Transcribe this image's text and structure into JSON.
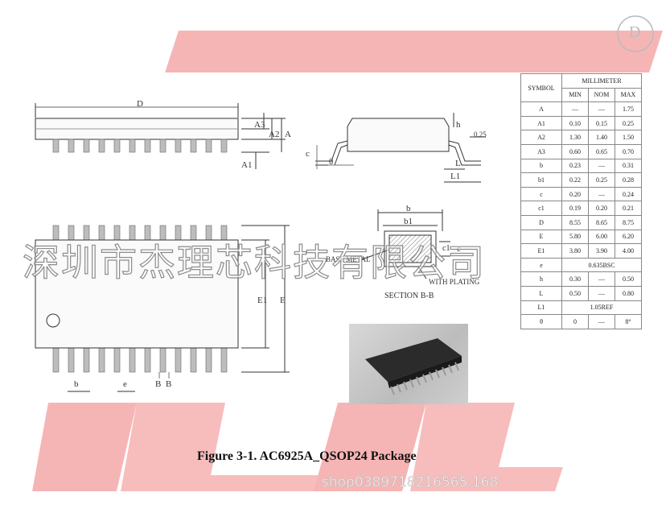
{
  "figure": {
    "caption": "Figure 3-1. AC6925A_QSOP24 Package"
  },
  "watermarks": {
    "company": "深圳市杰理芯科技有限公司",
    "shop": "shop0389718216565.168",
    "corner_mark": "D"
  },
  "drawing": {
    "top_view": {
      "dim_D": "D",
      "dim_A3": "A3",
      "dim_A2": "A2",
      "dim_A": "A",
      "dim_A1": "A1"
    },
    "side_view": {
      "dim_h": "h",
      "dim_025": "0.25",
      "dim_c": "c",
      "dim_theta": "θ",
      "dim_L": "L",
      "dim_L1": "L1"
    },
    "section": {
      "dim_b": "b",
      "dim_b1": "b1",
      "dim_c1": "c1",
      "dim_c": "c",
      "base_metal": "BASE METAL",
      "with_plating": "WITH PLATING",
      "title": "SECTION B-B"
    },
    "bottom_view": {
      "dim_E1": "E1",
      "dim_E": "E",
      "dim_b": "b",
      "dim_e": "e",
      "dim_B1": "B",
      "dim_B2": "B"
    }
  },
  "table": {
    "header_symbol": "SYMBOL",
    "header_unit": "MILLIMETER",
    "header_min": "MIN",
    "header_nom": "NOM",
    "header_max": "MAX",
    "rows": [
      {
        "sym": "A",
        "min": "—",
        "nom": "—",
        "max": "1.75"
      },
      {
        "sym": "A1",
        "min": "0.10",
        "nom": "0.15",
        "max": "0.25"
      },
      {
        "sym": "A2",
        "min": "1.30",
        "nom": "1.40",
        "max": "1.50"
      },
      {
        "sym": "A3",
        "min": "0.60",
        "nom": "0.65",
        "max": "0.70"
      },
      {
        "sym": "b",
        "min": "0.23",
        "nom": "—",
        "max": "0.31"
      },
      {
        "sym": "b1",
        "min": "0.22",
        "nom": "0.25",
        "max": "0.28"
      },
      {
        "sym": "c",
        "min": "0.20",
        "nom": "—",
        "max": "0.24"
      },
      {
        "sym": "c1",
        "min": "0.19",
        "nom": "0.20",
        "max": "0.21"
      },
      {
        "sym": "D",
        "min": "8.55",
        "nom": "8.65",
        "max": "8.75"
      },
      {
        "sym": "E",
        "min": "5.80",
        "nom": "6.00",
        "max": "6.20"
      },
      {
        "sym": "E1",
        "min": "3.80",
        "nom": "3.90",
        "max": "4.00"
      },
      {
        "sym": "e",
        "span": "0.635BSC"
      },
      {
        "sym": "h",
        "min": "0.30",
        "nom": "—",
        "max": "0.50"
      },
      {
        "sym": "L",
        "min": "0.50",
        "nom": "—",
        "max": "0.80"
      },
      {
        "sym": "L1",
        "span": "1.05REF"
      },
      {
        "sym": "θ",
        "min": "0",
        "nom": "—",
        "max": "8°"
      }
    ]
  },
  "colors": {
    "stripe": "#f6b5b5",
    "line": "#333333",
    "pin": "#bdbdbd"
  }
}
